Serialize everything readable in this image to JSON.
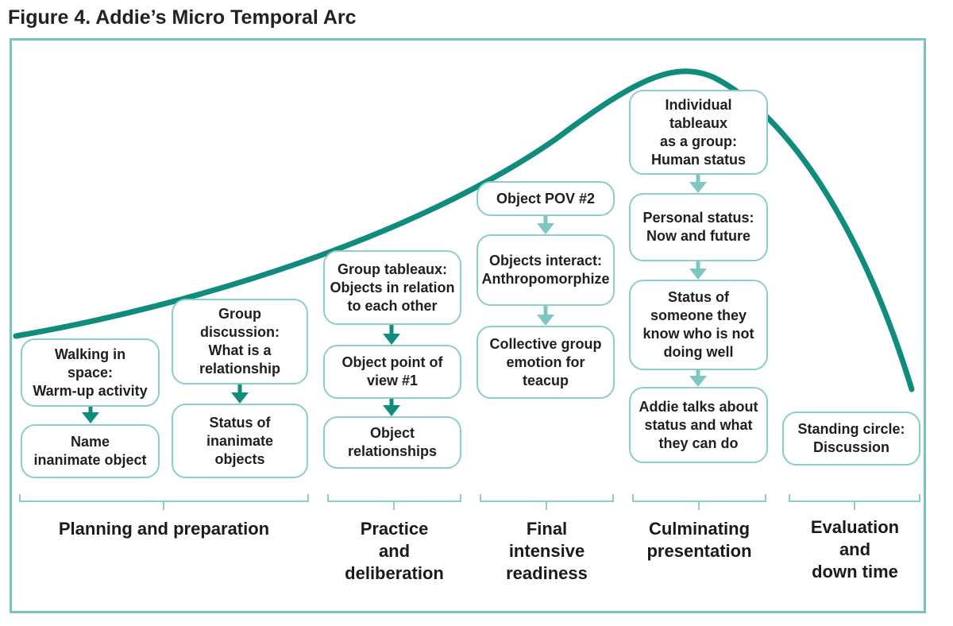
{
  "title": "Figure 4. Addie’s Micro Temporal Arc",
  "colors": {
    "arc": "#0f8c7c",
    "arrow_dark": "#0f8c7c",
    "arrow_light": "#7fc6c2",
    "box_border": "#8ccdc9",
    "frame": "#7cc4c0"
  },
  "boxes": [
    {
      "id": "walking",
      "text": "Walking in\nspace:\nWarm-up activity"
    },
    {
      "id": "name-object",
      "text": "Name\ninanimate object"
    },
    {
      "id": "group-discussion",
      "text": "Group\ndiscussion:\nWhat is a\nrelationship"
    },
    {
      "id": "status-inanimate",
      "text": "Status of\ninanimate\nobjects"
    },
    {
      "id": "group-tableaux",
      "text": "Group tableaux:\nObjects in relation\nto each other"
    },
    {
      "id": "object-pov-1",
      "text": "Object point of\nview #1"
    },
    {
      "id": "object-relationships",
      "text": "Object\nrelationships"
    },
    {
      "id": "object-pov-2",
      "text": "Object POV #2"
    },
    {
      "id": "objects-interact",
      "text": "Objects interact:\nAnthropomorphize"
    },
    {
      "id": "collective-emotion",
      "text": "Collective group\nemotion for\nteacup"
    },
    {
      "id": "individual-tableaux",
      "text": "Individual\ntableaux\nas a group:\nHuman status"
    },
    {
      "id": "personal-status",
      "text": "Personal status:\nNow and future"
    },
    {
      "id": "status-someone",
      "text": "Status of\nsomeone they\nknow who is not\ndoing well"
    },
    {
      "id": "addie-talks",
      "text": "Addie talks about\nstatus and what\nthey can do"
    },
    {
      "id": "standing-circle",
      "text": "Standing circle:\nDiscussion"
    }
  ],
  "phases": [
    {
      "id": "planning",
      "text": "Planning and preparation"
    },
    {
      "id": "practice",
      "text": "Practice\nand\ndeliberation"
    },
    {
      "id": "final",
      "text": "Final\nintensive\nreadiness"
    },
    {
      "id": "culminating",
      "text": "Culminating\npresentation"
    },
    {
      "id": "evaluation",
      "text": "Evaluation\nand\ndown time"
    }
  ]
}
